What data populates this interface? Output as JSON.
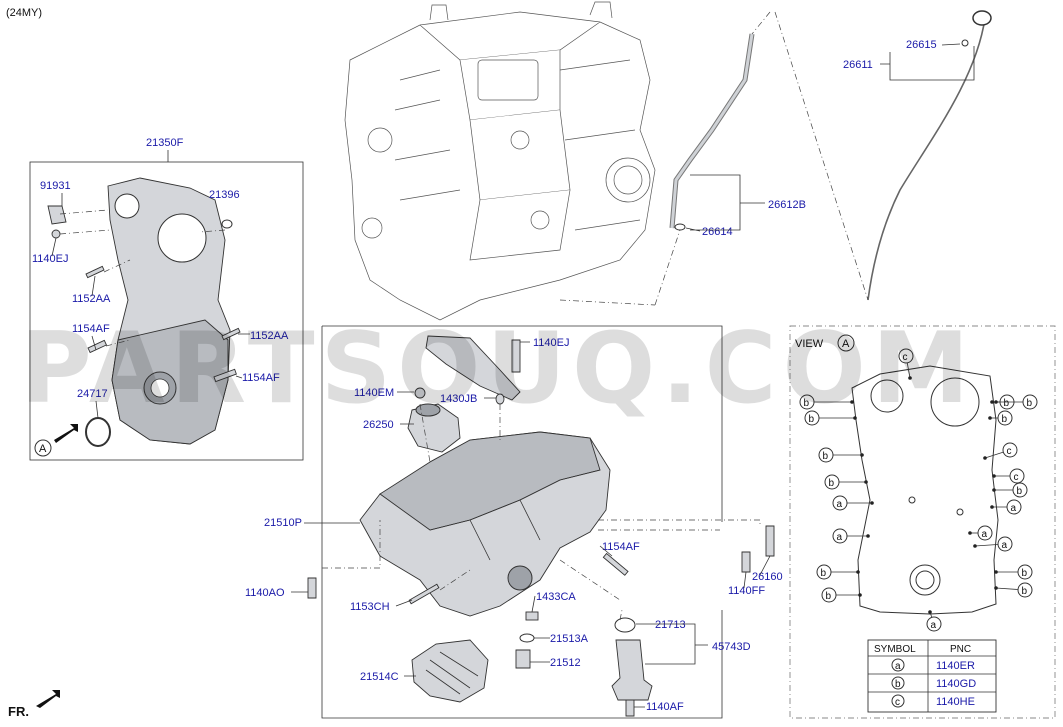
{
  "model_year": "(24MY)",
  "watermark": "PARTSOUQ.COM",
  "direction_label": "FR.",
  "view_marker": "A",
  "view_title": "VIEW",
  "labels": {
    "timing_cover": "21350F",
    "l_91931": "91931",
    "l_21396": "21396",
    "l_1140EJ_a": "1140EJ",
    "l_1152AA_a": "1152AA",
    "l_1154AF_a": "1154AF",
    "l_1152AA_b": "1152AA",
    "l_1154AF_b": "1154AF",
    "l_24717": "24717",
    "l_1140EJ_b": "1140EJ",
    "l_1140EM": "1140EM",
    "l_1430JB": "1430JB",
    "l_26250": "26250",
    "l_21510P": "21510P",
    "l_1154AF_c": "1154AF",
    "l_26160": "26160",
    "l_1140FF": "1140FF",
    "l_1140AO": "1140AO",
    "l_1153CH": "1153CH",
    "l_1433CA": "1433CA",
    "l_21513A": "21513A",
    "l_21512": "21512",
    "l_21713": "21713",
    "l_45743D": "45743D",
    "l_21514C": "21514C",
    "l_1140AF": "1140AF",
    "l_26615": "26615",
    "l_26611": "26611",
    "l_26612B": "26612B",
    "l_26614": "26614"
  },
  "legend": {
    "header_symbol": "SYMBOL",
    "header_pnc": "PNC",
    "rows": [
      {
        "symbol": "a",
        "pnc": "1140ER"
      },
      {
        "symbol": "b",
        "pnc": "1140GD"
      },
      {
        "symbol": "c",
        "pnc": "1140HE"
      }
    ]
  }
}
